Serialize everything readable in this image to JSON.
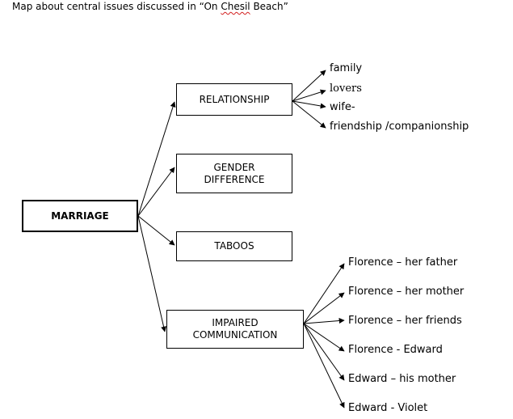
{
  "title": {
    "prefix": "Map about central issues discussed in “On ",
    "chesil": "Chesil",
    "suffix": " Beach”"
  },
  "root": "MARRIAGE",
  "categories": {
    "relationship": "RELATIONSHIP",
    "gender_line1": "GENDER",
    "gender_line2": "DIFFERENCE",
    "taboos": "TABOOS",
    "impaired_line1": "IMPAIRED",
    "impaired_line2": "COMMUNICATION"
  },
  "relationship_items": [
    "family",
    "lovers",
    "wife-",
    "friendship /companionship"
  ],
  "communication_items": [
    "Florence – her father",
    "Florence – her mother",
    "Florence – her friends",
    "Florence - Edward",
    "Edward – his mother",
    "Edward - Violet"
  ]
}
